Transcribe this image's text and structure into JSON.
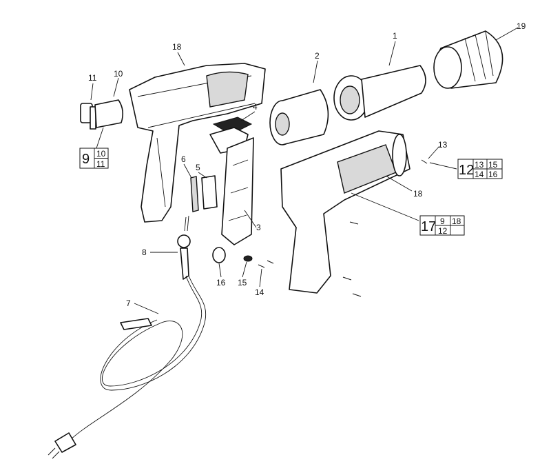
{
  "callouts": {
    "c1": "1",
    "c2": "2",
    "c3": "3",
    "c4": "4",
    "c5": "5",
    "c6": "6",
    "c7": "7",
    "c8": "8",
    "c10": "10",
    "c11": "11",
    "c13": "13",
    "c14": "14",
    "c15": "15",
    "c16": "16",
    "c18a": "18",
    "c18b": "18",
    "c19": "19"
  },
  "kits": {
    "kit9": {
      "main": "9",
      "parts": [
        "10",
        "11"
      ]
    },
    "kit12": {
      "main": "12",
      "parts": [
        "13",
        "15",
        "14",
        "16"
      ]
    },
    "kit17": {
      "main": "17",
      "parts": [
        "9",
        "18",
        "12",
        ""
      ]
    }
  }
}
